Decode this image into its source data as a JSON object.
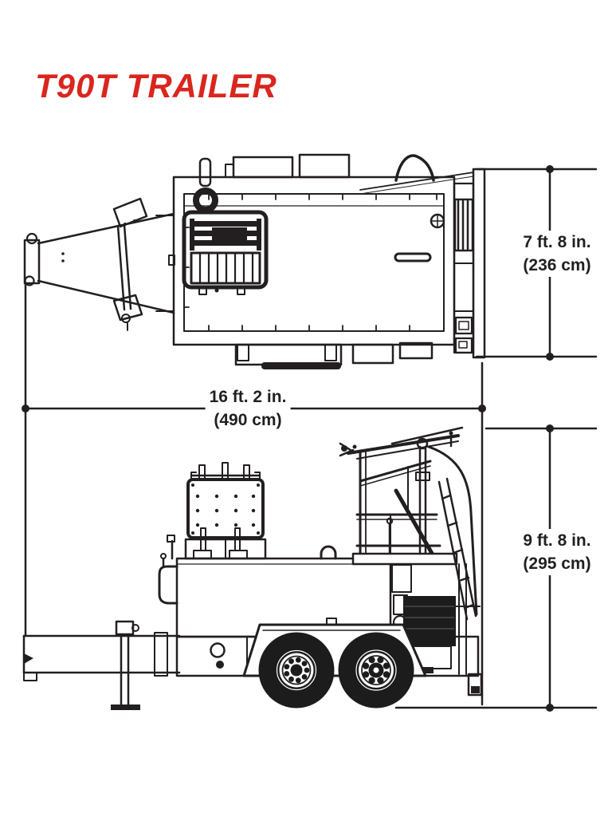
{
  "title": "T90T TRAILER",
  "colors": {
    "accent_red": "#d9261e",
    "line_dark": "#231f20",
    "background": "#ffffff"
  },
  "dims": {
    "body_width": {
      "imperial": "7 ft. 8 in.",
      "metric": "(236 cm)"
    },
    "overall_length": {
      "imperial": "16 ft. 2 in.",
      "metric": "(490 cm)"
    },
    "overall_height": {
      "imperial": "9 ft. 8 in.",
      "metric": "(295 cm)"
    }
  }
}
